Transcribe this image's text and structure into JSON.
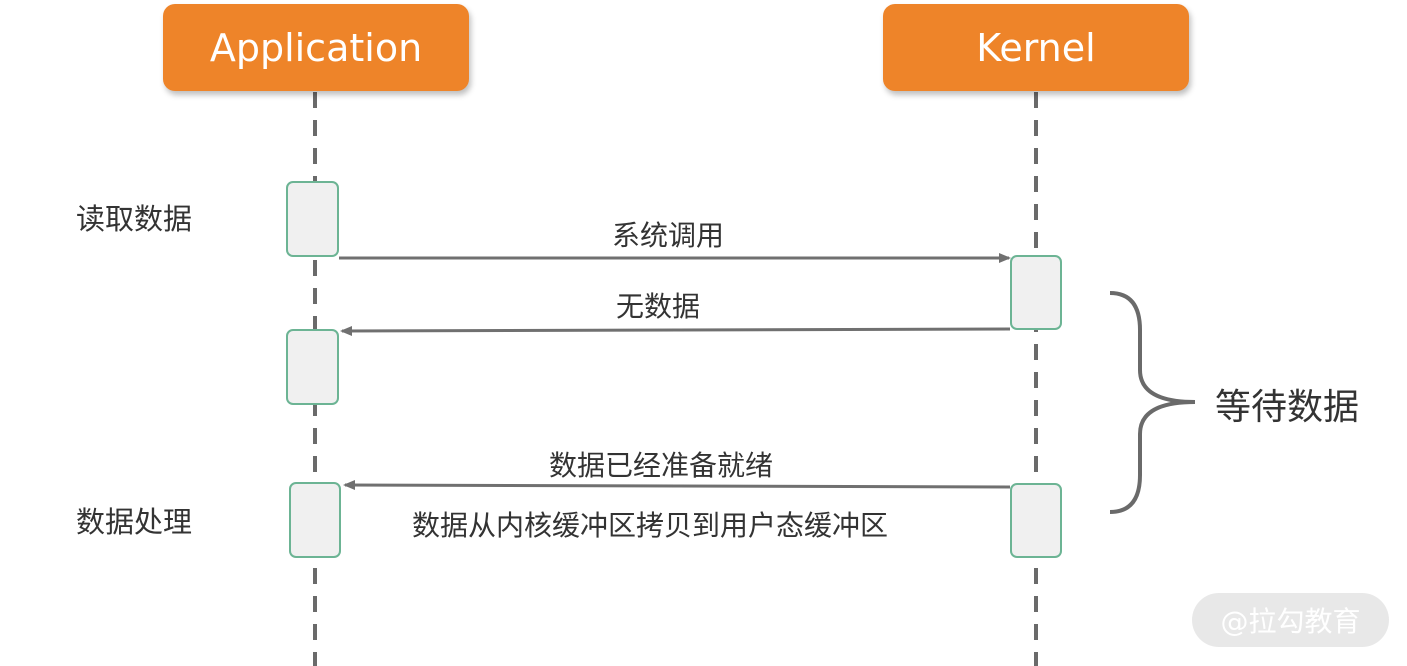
{
  "actors": {
    "application": "Application",
    "kernel": "Kernel"
  },
  "side_labels": {
    "read_data": "读取数据",
    "process_data": "数据处理"
  },
  "messages": {
    "system_call": "系统调用",
    "no_data": "无数据",
    "data_ready": "数据已经准备就绪",
    "copy_data": "数据从内核缓冲区拷贝到用户态缓冲区"
  },
  "brace_label": "等待数据",
  "watermark": "@拉勾教育",
  "colors": {
    "actor_fill": "#ee8429",
    "activation_border": "#6cb494",
    "activation_fill": "#f0f0f0",
    "lifeline": "#6a6a6a",
    "arrow": "#707070"
  }
}
